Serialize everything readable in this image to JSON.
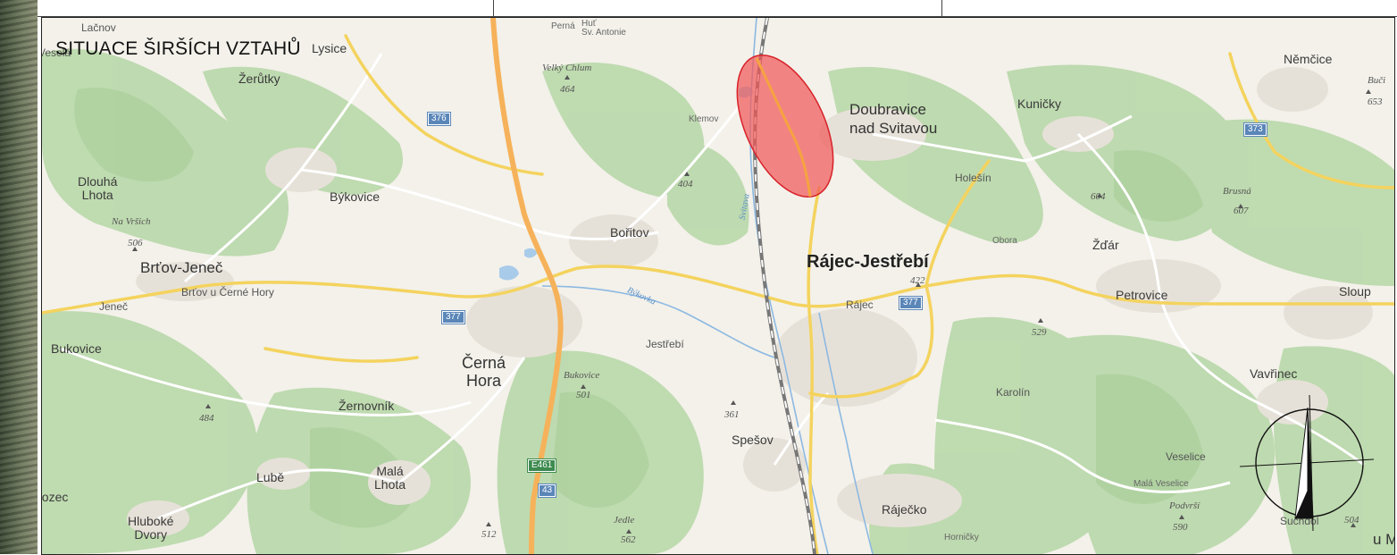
{
  "map": {
    "title": "SITUACE ŠIRŠÍCH VZTAHŮ",
    "highlight_color": "#f05a5a",
    "labels": {
      "lacnov": "Lačnov",
      "vesela": "Veselá",
      "lysice": "Lysice",
      "zerutky": "Žerůtky",
      "dlouha_lhota": "Dlouhá\nLhota",
      "bykovice": "Býkovice",
      "brtov_jenec": "Brťov-Jeneč",
      "brtov_u_cerne_hory": "Brťov u Černé Hory",
      "jenec": "Jeneč",
      "bukovice": "Bukovice",
      "cerna_hora": "Černá\nHora",
      "zernovnik": "Žernovník",
      "lube": "Lubě",
      "mala_lhota": "Malá\nLhota",
      "hluboke_dvory": "Hluboké\nDvory",
      "nozec": "nozec",
      "boritov": "Bořitov",
      "jestrebi": "Jestřebí",
      "spesov": "Spešov",
      "klemov": "Klemov",
      "perna": "Perná",
      "hut_sv_antonie": "Huť\nSv. Antonie",
      "doubravice": "Doubravice\nnad Svitavou",
      "kunicky": "Kuničky",
      "holesin": "Holešín",
      "rajec_jestrebi": "Rájec-Jestřebí",
      "rajec": "Rájec",
      "obora": "Obora",
      "zdar": "Žďár",
      "petrovice": "Petrovice",
      "sloup": "Sloup",
      "nemcice": "Němčice",
      "karolin": "Karolín",
      "vavrinec": "Vavřinec",
      "veselice": "Veselice",
      "mala_veselice": "Malá Veselice",
      "rajecko": "Ráječko",
      "hornicky": "Horničky",
      "suchdol": "Suchdol",
      "u_m": "u M",
      "svitava": "Svitava",
      "bykovka": "Býkovka"
    },
    "peaks": [
      {
        "name": "Velký Chlum",
        "elev": "464"
      },
      {
        "name": "Na Vršich",
        "elev": "506"
      },
      {
        "name": "",
        "elev": "404"
      },
      {
        "name": "",
        "elev": "604"
      },
      {
        "name": "Brusná",
        "elev": "607"
      },
      {
        "name": "Buči",
        "elev": "653"
      },
      {
        "name": "",
        "elev": "422"
      },
      {
        "name": "",
        "elev": "529"
      },
      {
        "name": "Bukovice",
        "elev": "501"
      },
      {
        "name": "",
        "elev": "361"
      },
      {
        "name": "",
        "elev": "484"
      },
      {
        "name": "",
        "elev": "512"
      },
      {
        "name": "Jedle",
        "elev": "562"
      },
      {
        "name": "Podvrší",
        "elev": "590"
      },
      {
        "name": "",
        "elev": "504"
      }
    ],
    "shields": [
      "376",
      "377",
      "377",
      "373",
      "E461",
      "43"
    ]
  }
}
